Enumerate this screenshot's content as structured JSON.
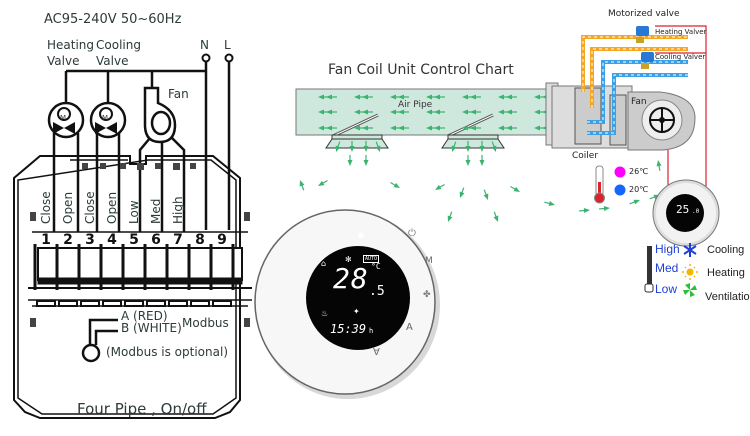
{
  "wiring": {
    "power_label": "AC95-240V  50~60Hz",
    "heating_valve_label_1": "Heating",
    "heating_valve_label_2": "Valve",
    "cooling_valve_label_1": "Cooling",
    "cooling_valve_label_2": "Valve",
    "fan_label": "Fan",
    "neutral_label": "N",
    "live_label": "L",
    "motor_glyph": "M",
    "terminal_labels": [
      "Close",
      "Open",
      "Close",
      "Open",
      "Low",
      "Med",
      "High"
    ],
    "terminal_numbers": [
      "1",
      "2",
      "3",
      "4",
      "5",
      "6",
      "7",
      "8",
      "9"
    ],
    "modbus_a": "A (RED)",
    "modbus_b": "B (WHITE)",
    "modbus_label": "Modbus",
    "modbus_note": "(Modbus is optional)",
    "caption": "Four Pipe , On/off"
  },
  "chart": {
    "title": "Fan Coil Unit Control Chart",
    "air_pipe_label": "Air Pipe",
    "motorized_valve_label": "Motorized valve",
    "heating_valve_label": "Heating Valver",
    "cooling_valve_label": "Cooling Valver",
    "fan_label": "Fan",
    "coiler_label": "Coiler",
    "temp_hot": "26℃",
    "temp_cold": "20℃",
    "colors": {
      "hot_pipe": "#f5a623",
      "cold_pipe": "#3aa0e8",
      "airflow": "#3cb371",
      "duct": "#cfe8dd",
      "wire": "#d9232d",
      "hot_dot": "#ff00ff",
      "cold_dot": "#1565ff"
    }
  },
  "thermostat": {
    "temperature": "28",
    "temperature_decimal": ".5",
    "unit": "°C",
    "time": "15:39",
    "time_suffix": "h",
    "auto_badge": "AUTO",
    "button_mode": "M",
    "button_up": "A",
    "button_down": "V"
  },
  "small_thermostat": {
    "temperature": "25",
    "temperature_decimal": ".0"
  },
  "legend": {
    "speeds": [
      "High",
      "Med",
      "Low"
    ],
    "modes": [
      {
        "label": "Cooling",
        "icon": "snowflake-icon"
      },
      {
        "label": "Heating",
        "icon": "sun-icon"
      },
      {
        "label": "Ventilation",
        "icon": "fan-icon"
      }
    ]
  }
}
